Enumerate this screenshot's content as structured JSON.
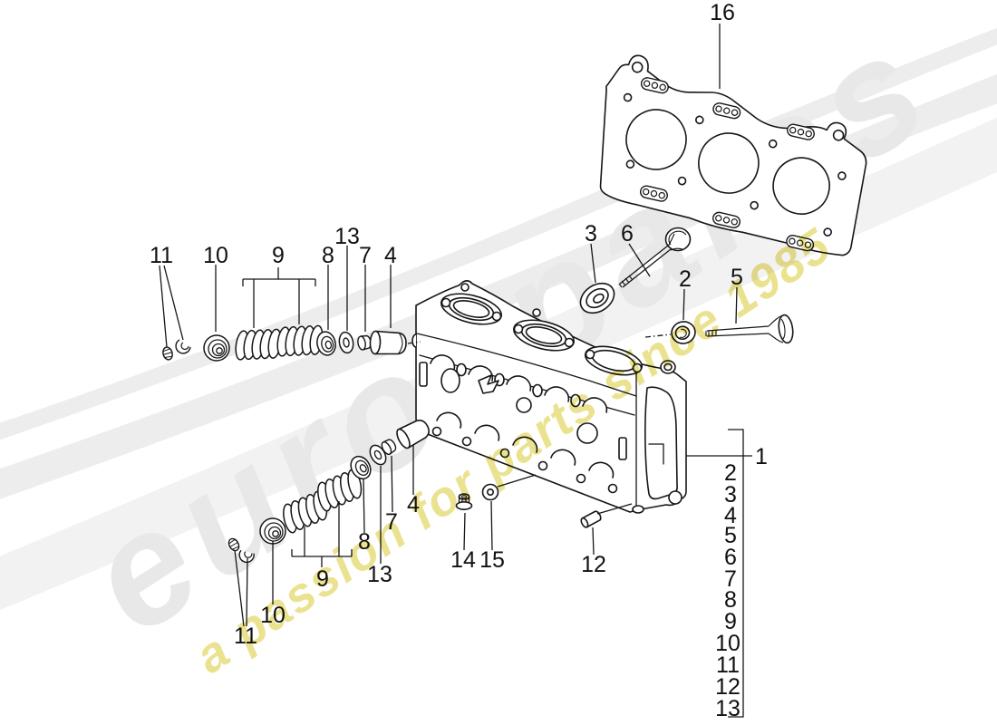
{
  "watermark": {
    "brand": "eurospares",
    "tagline": "a passion for parts since 1985",
    "brand_color": "#e8e8e8",
    "tagline_color": "#e7dd7c"
  },
  "diagram": {
    "subject": "cylinder-head-exploded-parts-diagram",
    "line_color": "#161616"
  },
  "callouts": {
    "gasket": {
      "label": "16"
    },
    "head": {
      "label": "1"
    },
    "upper_valvetrain": [
      {
        "label": "11"
      },
      {
        "label": "10"
      },
      {
        "label": "9"
      },
      {
        "label": "8"
      },
      {
        "label": "13"
      },
      {
        "label": "7"
      },
      {
        "label": "4"
      }
    ],
    "valves_seals": [
      {
        "label": "3"
      },
      {
        "label": "6"
      },
      {
        "label": "2"
      },
      {
        "label": "5"
      }
    ],
    "lower_valvetrain": [
      {
        "label": "4"
      },
      {
        "label": "7"
      },
      {
        "label": "8"
      },
      {
        "label": "13"
      },
      {
        "label": "9"
      },
      {
        "label": "10"
      },
      {
        "label": "11"
      },
      {
        "label": "14"
      },
      {
        "label": "15"
      },
      {
        "label": "12"
      }
    ],
    "parts_list_column": [
      "2",
      "3",
      "4",
      "5",
      "6",
      "7",
      "8",
      "9",
      "10",
      "11",
      "12",
      "13"
    ]
  }
}
